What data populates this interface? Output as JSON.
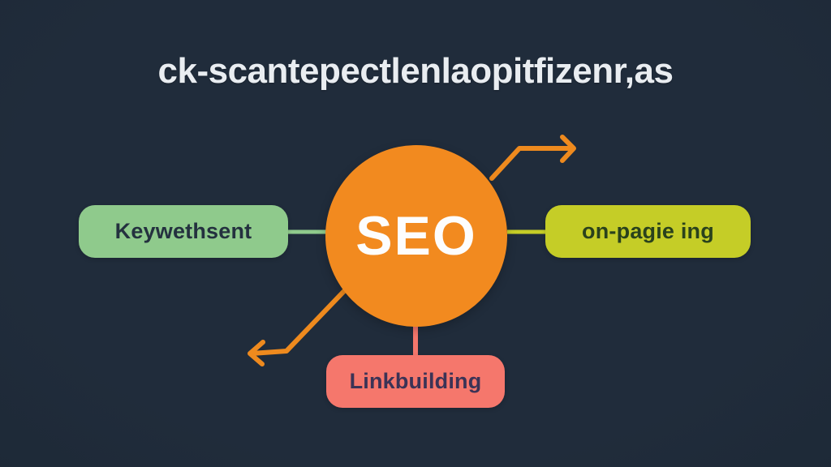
{
  "title": "ck-scantepectlenlaopitfizenr,as",
  "diagram": {
    "center": {
      "label": "SEO",
      "color": "#f28a1f",
      "text_color": "#fdfdfd"
    },
    "nodes": [
      {
        "id": "left",
        "label": "Keywethsent",
        "color": "#8fca8c",
        "text_color": "#24313f"
      },
      {
        "id": "right",
        "label": "on-pagie ing",
        "color": "#c5cd27",
        "text_color": "#2a421c"
      },
      {
        "id": "bottom",
        "label": "Linkbuilding",
        "color": "#f5776c",
        "text_color": "#3b3356"
      }
    ],
    "connectors": [
      {
        "from": "left-node",
        "to": "center",
        "color": "#8fca8c"
      },
      {
        "from": "right-node",
        "to": "center",
        "color": "#c5cd27"
      },
      {
        "from": "center",
        "to": "bottom-node",
        "color": "#f5776c"
      }
    ],
    "arrows": [
      {
        "direction": "up-right",
        "color": "#ee8a1e"
      },
      {
        "direction": "down-left",
        "color": "#ee8a1e"
      }
    ]
  },
  "colors": {
    "background": "#202c3b",
    "title_text": "#e9edf1",
    "arrow_orange": "#ee8a1e",
    "connector_green": "#8fca8c",
    "connector_chartreuse": "#c5cd27",
    "connector_salmon": "#f5776c"
  }
}
